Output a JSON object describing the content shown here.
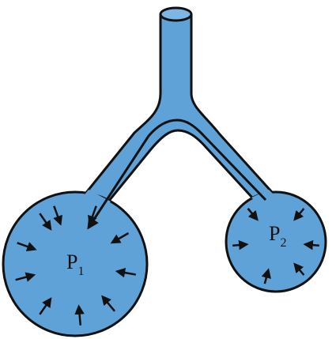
{
  "labels": {
    "bubble_large": "P",
    "bubble_large_subscript": "1",
    "bubble_small": "P",
    "bubble_small_subscript": "2"
  },
  "colors": {
    "fill": "#5FA2D8",
    "fill_light": "#7DB6E4",
    "stroke": "#111111",
    "background": "#FFFFFF"
  },
  "icons": {
    "arrow": "arrow-icon",
    "flow_arrow": "flow-arrow-icon"
  }
}
